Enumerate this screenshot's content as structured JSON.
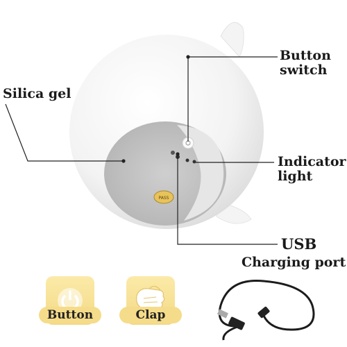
{
  "labels": {
    "button_switch": [
      "Button",
      "switch"
    ],
    "silica_gel": "Silica gel",
    "indicator_light": [
      "Indicator",
      "light"
    ],
    "usb": "USB",
    "charging_port": "Charging port"
  },
  "modes": [
    {
      "label": "Button",
      "icon": "power-icon"
    },
    {
      "label": "Clap",
      "icon": "clap-hand-icon"
    }
  ],
  "badge_text": "PASS",
  "colors": {
    "lamp_body": "#f7f7f7",
    "bottom_plate": "#c4c4c4",
    "mode_tile": "#f5dc8a",
    "leader_line": "#222222",
    "cable": "#1c1c1c"
  }
}
